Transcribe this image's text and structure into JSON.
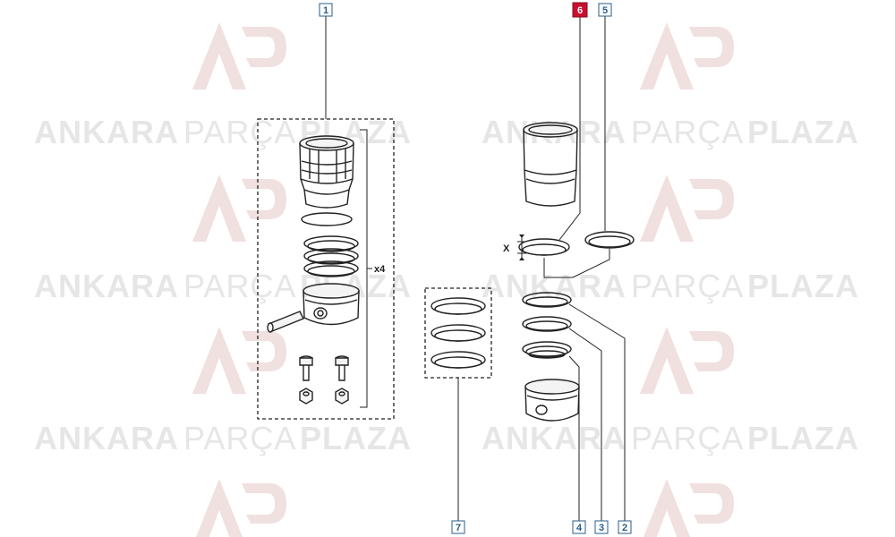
{
  "watermark": {
    "word_bold_1": "ANKARA",
    "word_light": "PARÇA",
    "word_bold_2": "PLAZA",
    "logo_name": "ap-logo"
  },
  "diagram": {
    "callouts": [
      {
        "id": "1",
        "label": "1",
        "highlighted": false
      },
      {
        "id": "2",
        "label": "2",
        "highlighted": false
      },
      {
        "id": "3",
        "label": "3",
        "highlighted": false
      },
      {
        "id": "4",
        "label": "4",
        "highlighted": false
      },
      {
        "id": "5",
        "label": "5",
        "highlighted": false
      },
      {
        "id": "6",
        "label": "6",
        "highlighted": true
      },
      {
        "id": "7",
        "label": "7",
        "highlighted": false
      }
    ],
    "quantity_label": "x4",
    "dimension_label": "X",
    "colors": {
      "highlight": "#c8102e",
      "callout_border": "#2a5d8a",
      "line": "#222222",
      "watermark": "#e6e6e6"
    }
  }
}
